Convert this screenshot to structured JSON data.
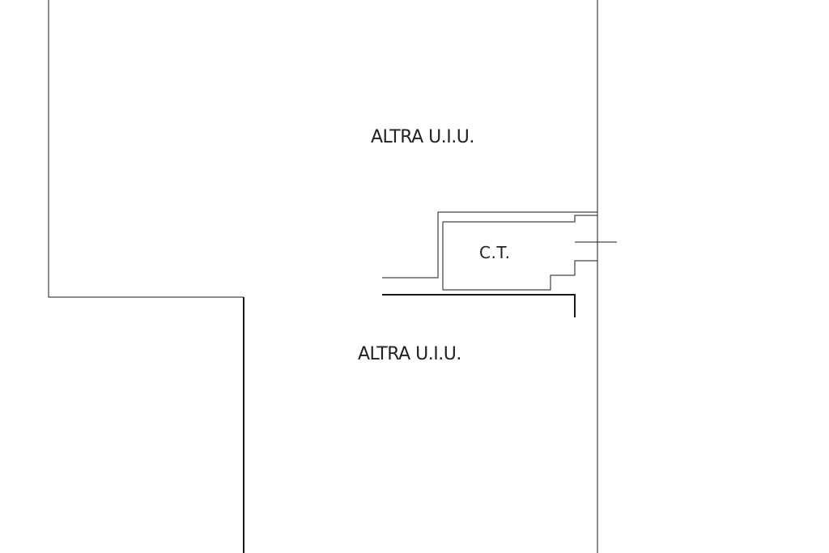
{
  "rooms": {
    "upper_label": "ALTRA U.I.U.",
    "lower_label": "ALTRA U.I.U.",
    "boiler_label": "C.T."
  }
}
